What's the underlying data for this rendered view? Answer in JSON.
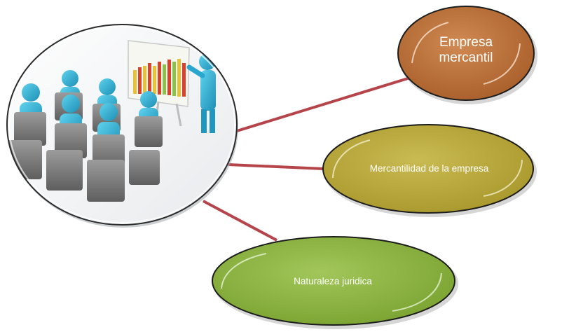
{
  "diagram": {
    "nodes": [
      {
        "id": "empresa-mercantil",
        "label": "Empresa mercantil",
        "color": "#B86E37"
      },
      {
        "id": "mercantilidad",
        "label": "Mercantilidad de la empresa",
        "color": "#B8A83A"
      },
      {
        "id": "naturaleza",
        "label": "Naturaleza juridica",
        "color": "#8CB53E"
      }
    ],
    "connector_color": "#B5454A",
    "image": {
      "icon": "presentation-meeting-picture"
    }
  }
}
